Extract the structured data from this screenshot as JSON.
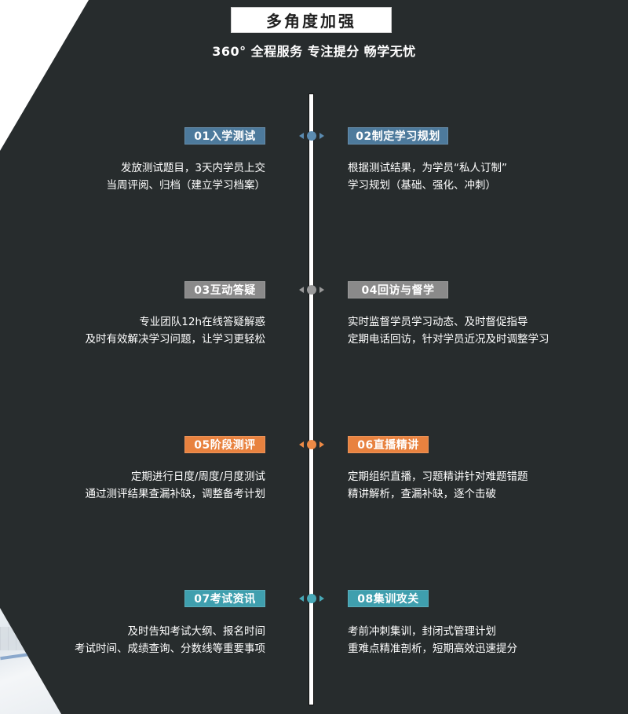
{
  "header": {
    "title": "多角度加强",
    "subtitle": "360°  全程服务 专注提分 畅学无忧"
  },
  "colors": {
    "background": "#272c2d",
    "blue": "#4d7a9c",
    "gray": "#8a8a8a",
    "orange": "#e8823f",
    "teal": "#3f9fae",
    "line": "#ffffff"
  },
  "steps": [
    {
      "label": "01入学测试",
      "lines": [
        "发放测试题目，3天内学员上交",
        "当周评阅、归档（建立学习档案）"
      ]
    },
    {
      "label": "02制定学习规划",
      "lines": [
        "根据测试结果，为学员“私人订制”",
        "学习规划（基础、强化、冲刺）"
      ]
    },
    {
      "label": "03互动答疑",
      "lines": [
        "专业团队12h在线答疑解惑",
        "及时有效解决学习问题，让学习更轻松"
      ]
    },
    {
      "label": "04回访与督学",
      "lines": [
        "实时监督学员学习动态、及时督促指导",
        "定期电话回访，针对学员近况及时调整学习"
      ]
    },
    {
      "label": "05阶段测评",
      "lines": [
        "定期进行日度/周度/月度测试",
        "通过测评结果查漏补缺，调整备考计划"
      ]
    },
    {
      "label": "06直播精讲",
      "lines": [
        "定期组织直播，习题精讲针对难题错题",
        "精讲解析，查漏补缺，逐个击破"
      ]
    },
    {
      "label": "07考试资讯",
      "lines": [
        "及时告知考试大纲、报名时间",
        "考试时间、成绩查询、分数线等重要事项"
      ]
    },
    {
      "label": "08集训攻关",
      "lines": [
        "考前冲刺集训，封闭式管理计划",
        "重难点精准剖析，短期高效迅速提分"
      ]
    }
  ]
}
